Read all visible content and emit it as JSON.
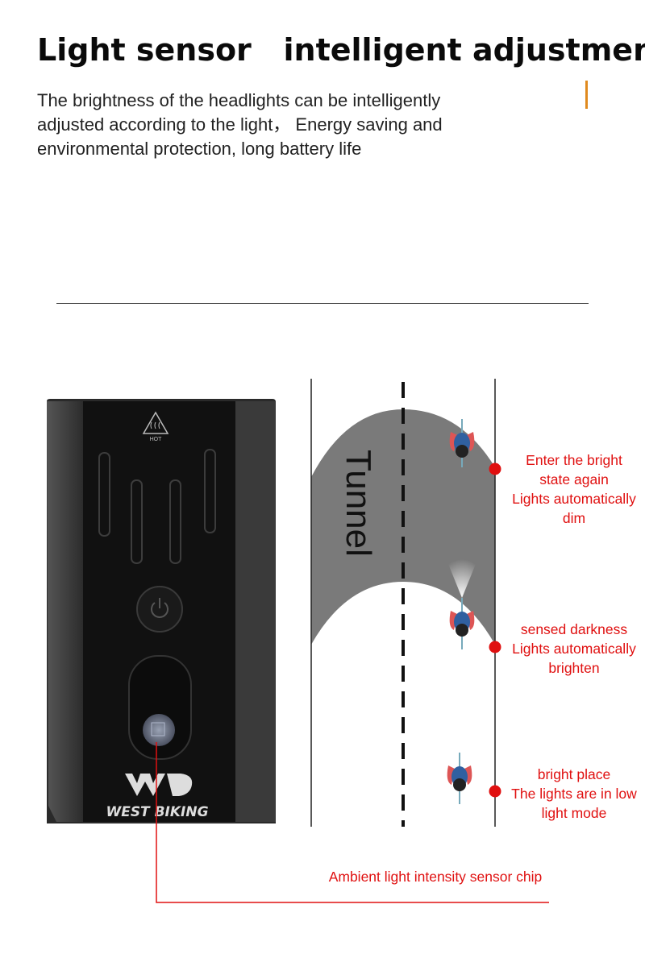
{
  "header": {
    "title": "Light sensor   intelligent adjustment",
    "description_lines": [
      "The brightness of the headlights can be intelligently",
      "adjusted according to the light， Energy saving and",
      "environmental protection, long battery life"
    ]
  },
  "device": {
    "hot_label": "HOT",
    "brand": "WEST BIKING"
  },
  "diagram": {
    "tunnel_label": "Tunnel",
    "states": [
      {
        "lines": [
          "Enter the bright",
          "state again",
          "Lights automatically",
          "dim"
        ]
      },
      {
        "lines": [
          "sensed darkness",
          "Lights automatically",
          "brighten"
        ]
      },
      {
        "lines": [
          "bright place",
          "The lights are in low",
          "light mode"
        ]
      }
    ],
    "sensor_label": "Ambient light intensity sensor chip"
  },
  "colors": {
    "accent": "#e08a1e",
    "annotation_red": "#e01010",
    "tunnel_gray": "#7a7a7a",
    "device_body": "#2a2a2a"
  }
}
